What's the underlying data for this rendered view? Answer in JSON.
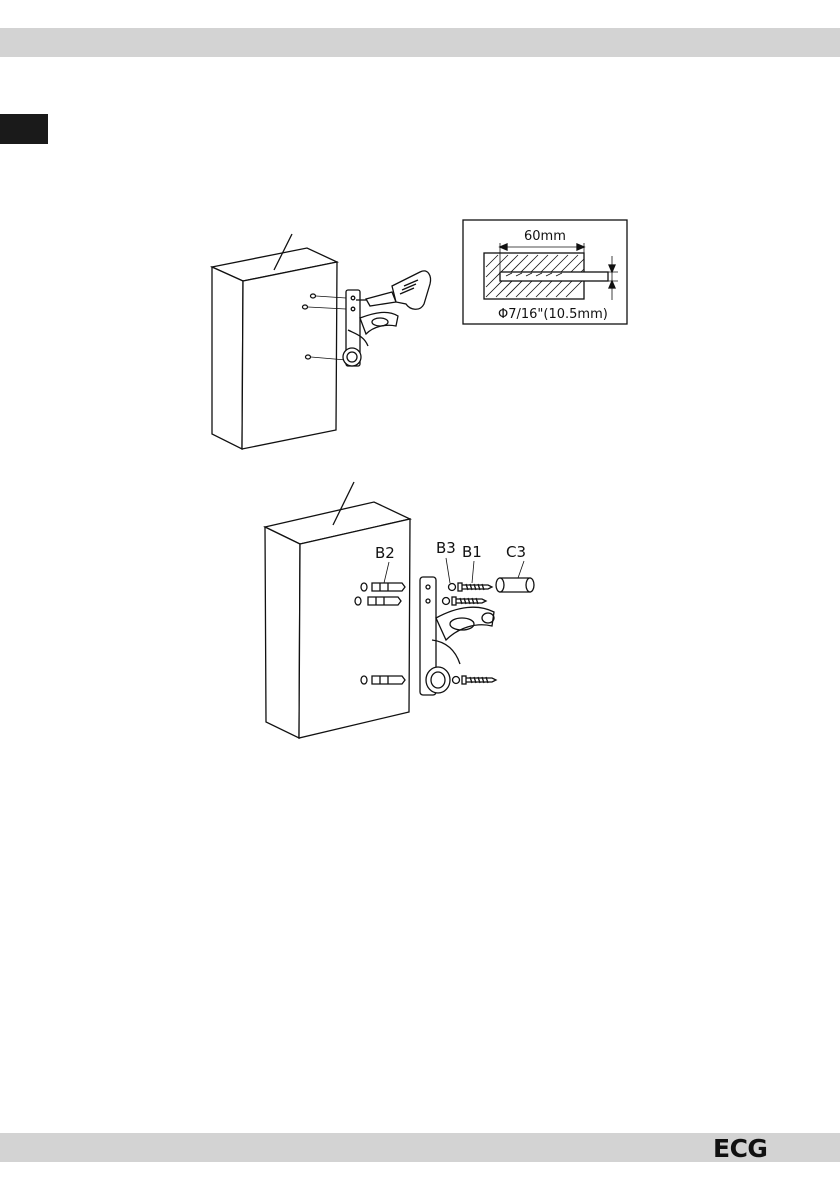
{
  "header": {},
  "diagram_top": {
    "detail": {
      "depth_label": "60mm",
      "drill_label": "Φ7/16\"(10.5mm)"
    }
  },
  "diagram_bottom": {
    "parts": {
      "b2": "B2",
      "b3": "B3",
      "b1": "B1",
      "c3": "C3"
    }
  },
  "footer": {
    "brand": "ECG"
  }
}
